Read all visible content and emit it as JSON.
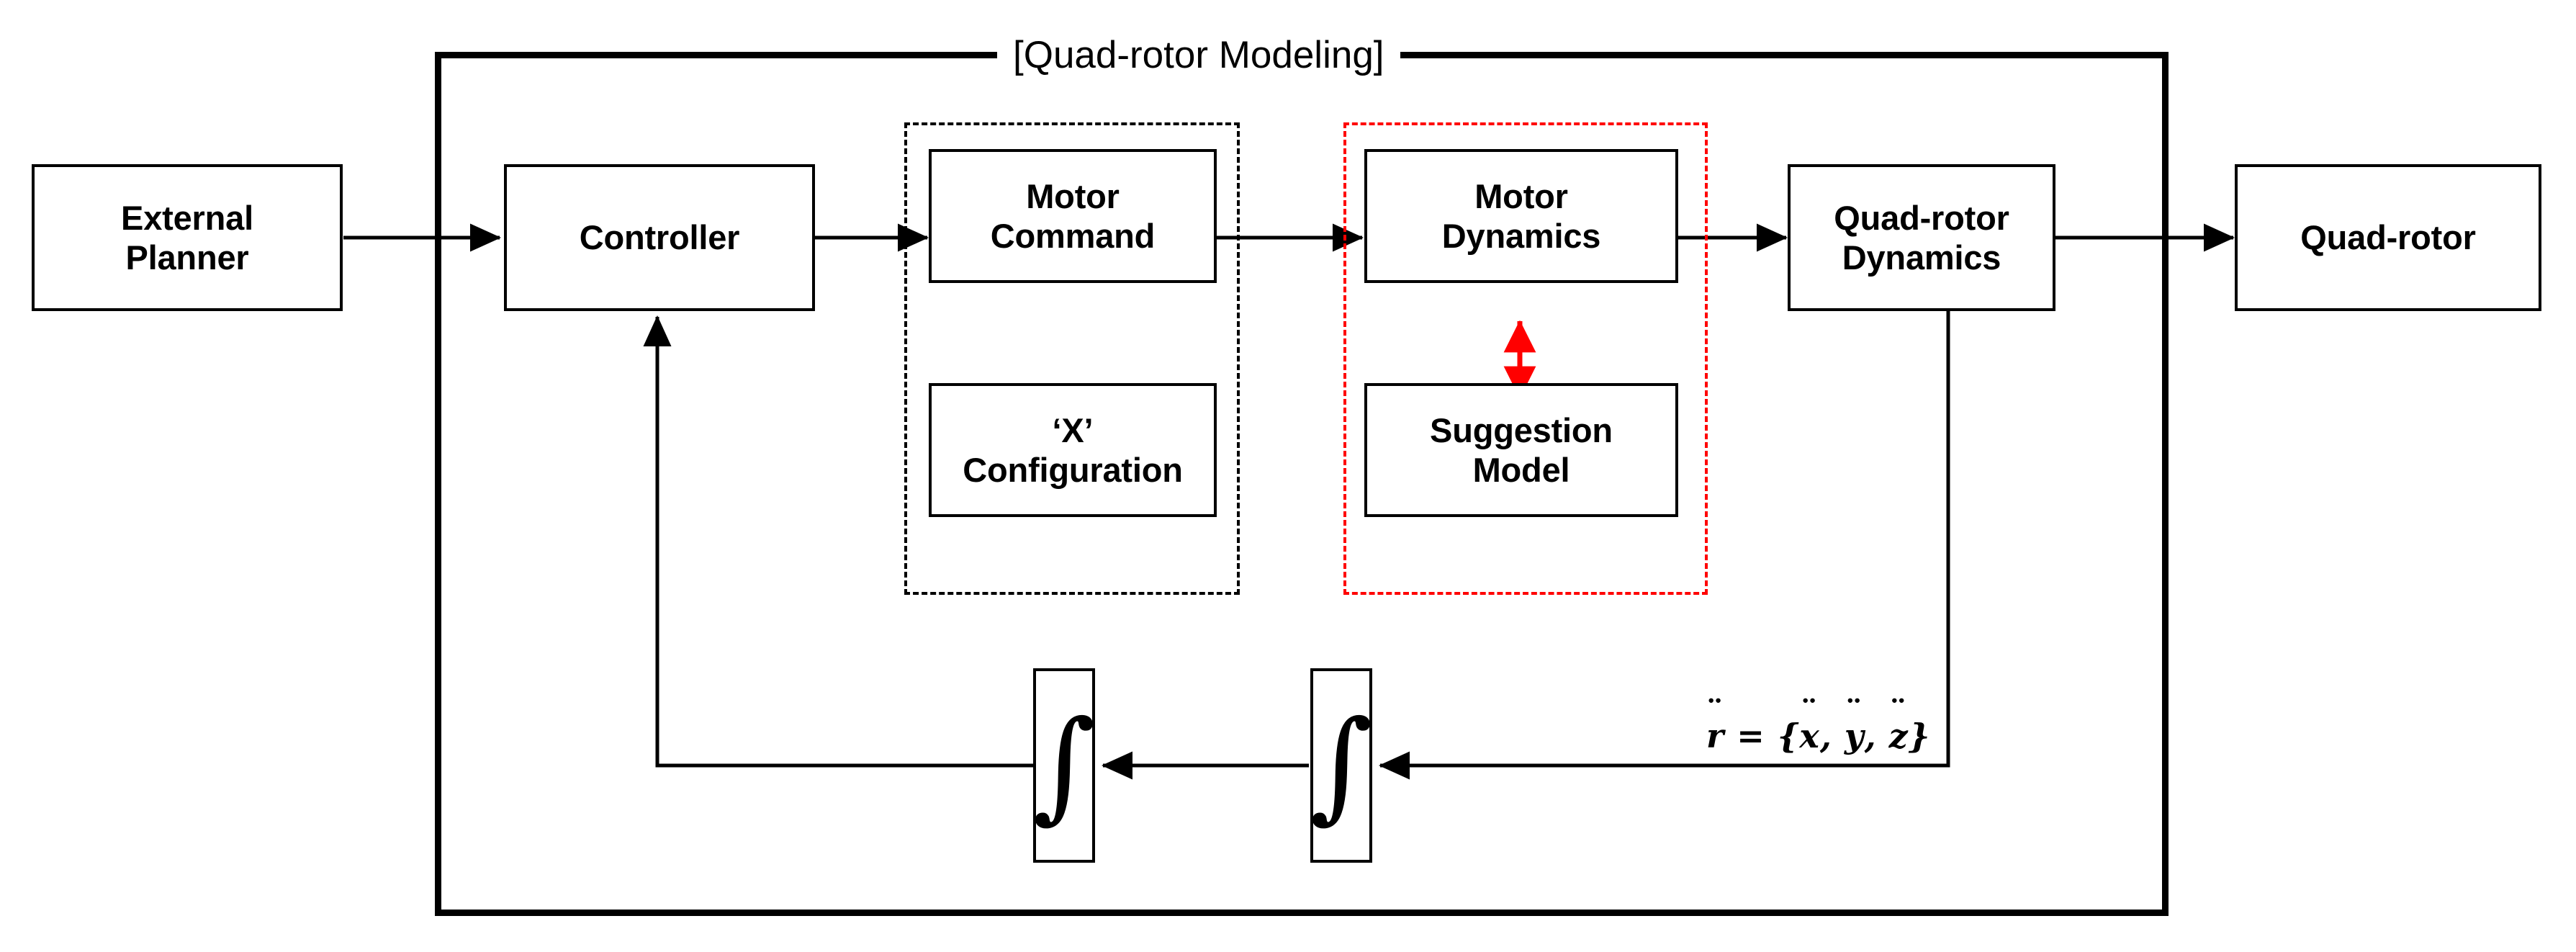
{
  "diagram": {
    "title": "[Quad-rotor Modeling]",
    "type": "block-diagram",
    "colors": {
      "line": "#000000",
      "highlight": "#ff0000",
      "background": "#ffffff"
    },
    "blocks": [
      {
        "id": "external-planner",
        "label": "External\nPlanner",
        "border": "solid-black"
      },
      {
        "id": "controller",
        "label": "Controller",
        "border": "solid-black"
      },
      {
        "id": "motor-command",
        "label": "Motor\nCommand",
        "border": "solid-black"
      },
      {
        "id": "x-configuration",
        "label": "‘X’\nConfiguration",
        "border": "solid-black"
      },
      {
        "id": "motor-dynamics",
        "label": "Motor\nDynamics",
        "border": "solid-black"
      },
      {
        "id": "suggestion-model",
        "label": "Suggestion\nModel",
        "border": "solid-black"
      },
      {
        "id": "quad-rotor-dynamics",
        "label": "Quad-rotor\nDynamics",
        "border": "solid-black"
      },
      {
        "id": "quad-rotor",
        "label": "Quad-rotor",
        "border": "solid-black"
      }
    ],
    "groups": [
      {
        "id": "motor-command-group",
        "style": "dashed",
        "color": "#000000",
        "contains": [
          "motor-command",
          "x-configuration"
        ]
      },
      {
        "id": "motor-dynamics-group",
        "style": "dashed",
        "color": "#ff0000",
        "contains": [
          "motor-dynamics",
          "suggestion-model"
        ]
      }
    ],
    "integrators": [
      {
        "id": "integrator-1",
        "symbol": "∫"
      },
      {
        "id": "integrator-2",
        "symbol": "∫"
      }
    ],
    "equation": {
      "lhs": "r",
      "rhs": [
        "x",
        "y",
        "z"
      ],
      "text": "r̈ = {ẍ, ÿ, z̈}"
    },
    "connections": [
      {
        "from": "external-planner",
        "to": "controller",
        "style": "solid-arrow"
      },
      {
        "from": "controller",
        "to": "motor-command",
        "style": "solid-arrow"
      },
      {
        "from": "motor-command",
        "to": "motor-dynamics",
        "style": "solid-arrow"
      },
      {
        "from": "motor-dynamics",
        "to": "quad-rotor-dynamics",
        "style": "solid-arrow"
      },
      {
        "from": "quad-rotor-dynamics",
        "to": "quad-rotor",
        "style": "solid-arrow"
      },
      {
        "from": "motor-dynamics",
        "to": "suggestion-model",
        "style": "red-bidirectional-arrow"
      },
      {
        "from": "quad-rotor-dynamics",
        "to": "integrator-2",
        "style": "solid-arrow-feedback"
      },
      {
        "from": "integrator-2",
        "to": "integrator-1",
        "style": "solid-arrow-feedback"
      },
      {
        "from": "integrator-1",
        "to": "controller",
        "style": "solid-arrow-feedback"
      }
    ]
  }
}
